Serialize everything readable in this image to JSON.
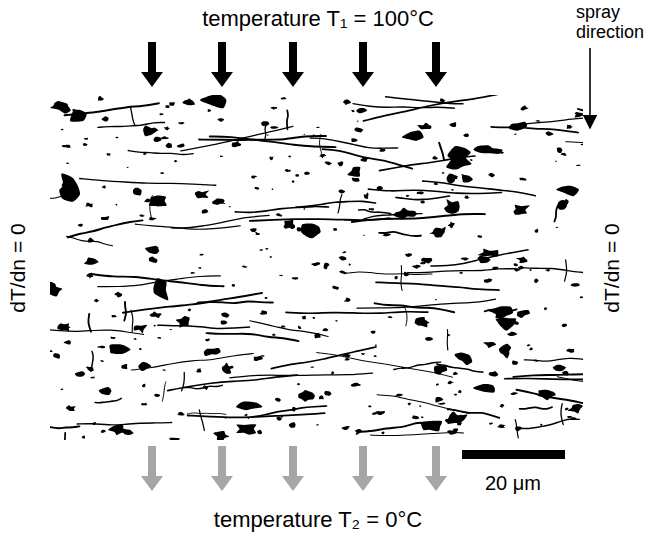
{
  "diagram": {
    "labels": [
      "temperature T₁ = 100°C",
      "spray direction",
      "dT/dn = 0",
      "dT/dn = 0",
      "20 μm",
      "temperature T₂ = 0°C"
    ]
  }
}
